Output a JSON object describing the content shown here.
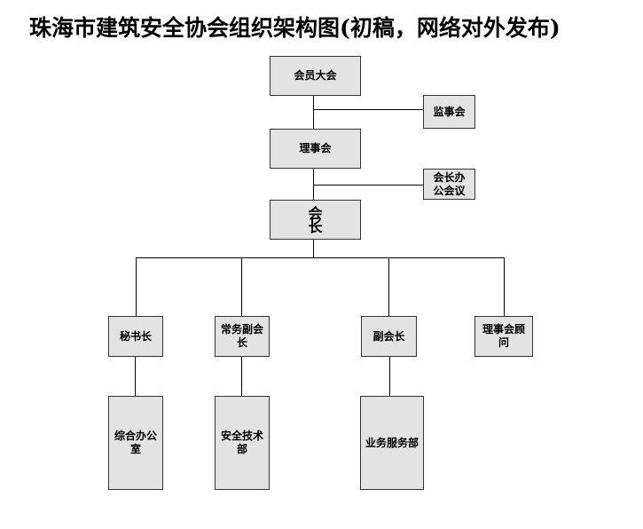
{
  "title": "珠海市建筑安全协会组织架构图(初稿，网络对外发布)",
  "nodes": {
    "general_assembly": "会员大会",
    "supervisors": "监事会",
    "council": "理事会",
    "president_office_meeting": "会长办公会议",
    "president": "会长",
    "secretary_general": "秘书长",
    "executive_vice_president": "常务副会长",
    "vice_president": "副会长",
    "council_advisor": "理事会顾问",
    "general_office": "综合办公室",
    "safety_tech_dept": "安全技术部",
    "business_service_dept": "业务服务部"
  }
}
